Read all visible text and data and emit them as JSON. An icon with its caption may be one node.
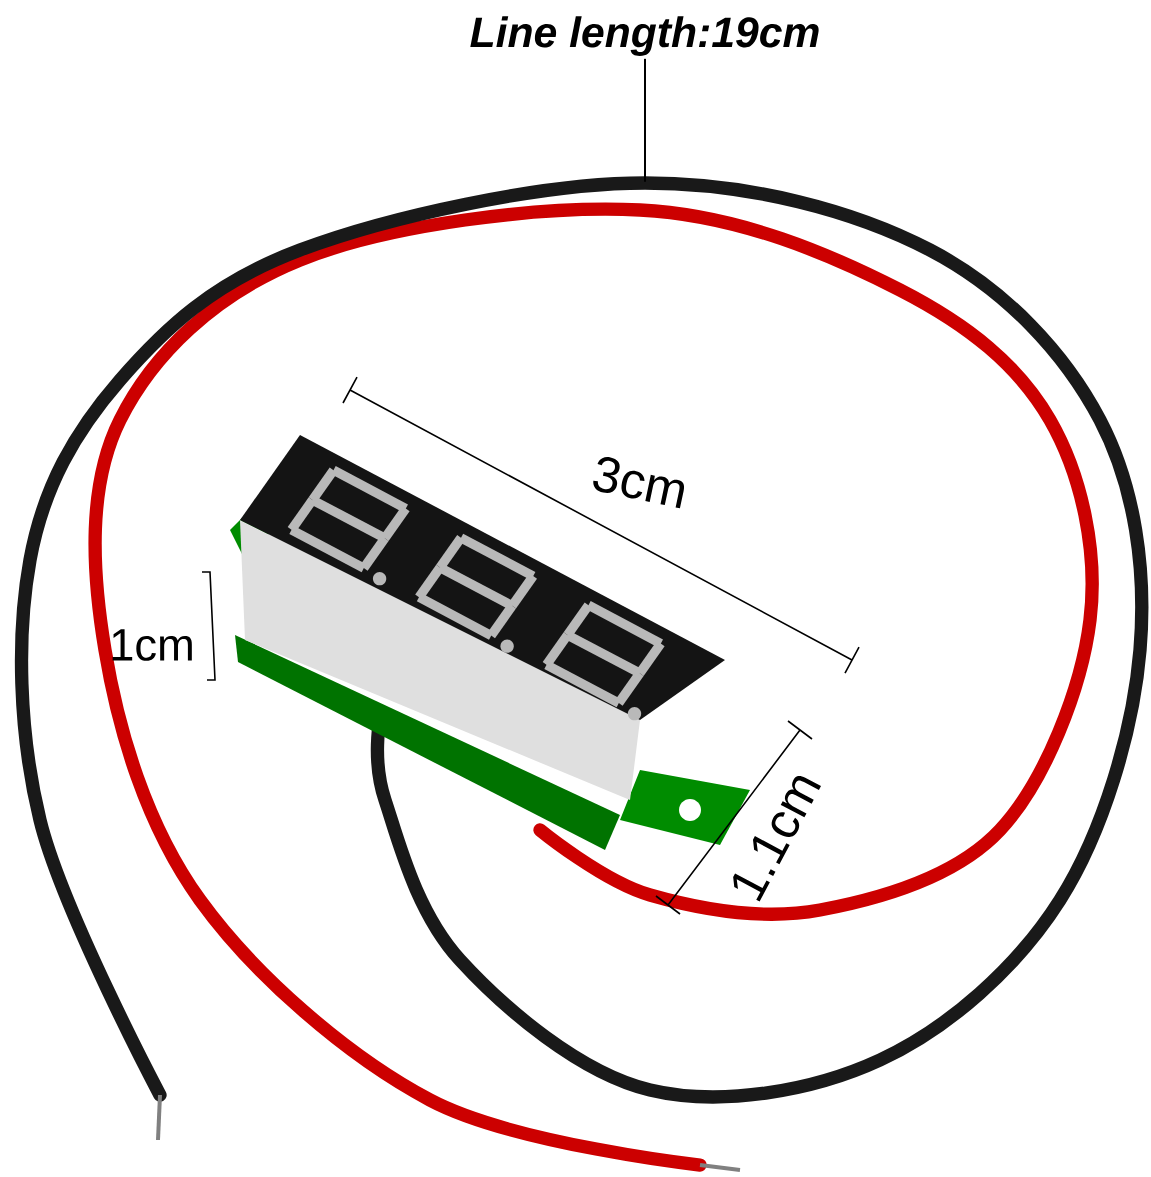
{
  "diagram": {
    "nodes": [
      {
        "text": [
          "Line length:19cm"
        ]
      },
      {
        "text": [],
        "shape": "picture"
      }
    ],
    "edges": [
      {
        "from": 0,
        "to": 1,
        "arrow": "none"
      }
    ],
    "labels": [
      "3cm",
      "1cm",
      "1.1cm"
    ]
  }
}
